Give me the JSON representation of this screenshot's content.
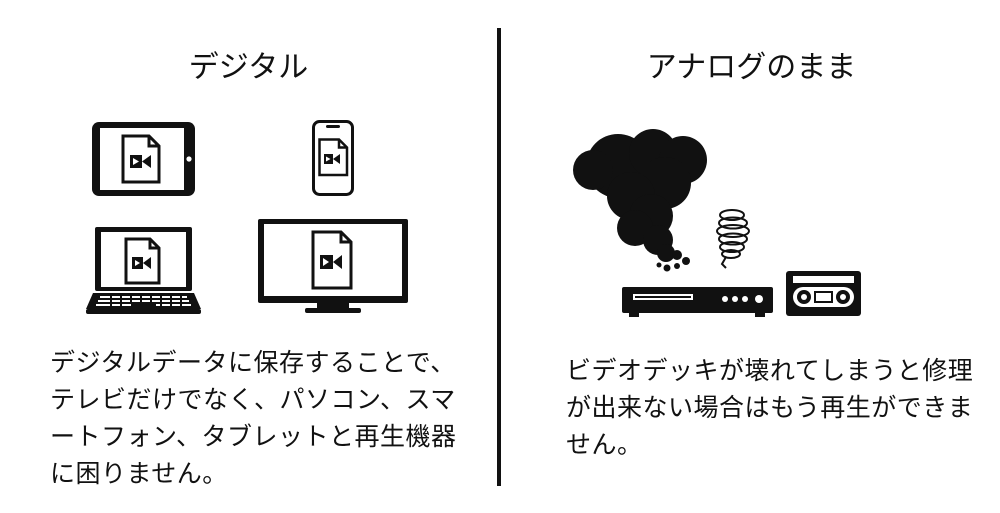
{
  "left": {
    "heading": "デジタル",
    "text": "デジタルデータに保存することで、\nテレビだけでなく、パソコン、スマ\nートフォン、タブレットと再生機器\nに困りません。",
    "icons": [
      "tablet-icon",
      "smartphone-icon",
      "laptop-icon",
      "tv-monitor-icon",
      "video-file-icon"
    ]
  },
  "right": {
    "heading": "アナログのまま",
    "text": "ビデオデッキが壊れてしまうと修理\nが出来ない場合はもう再生ができま\nせん。",
    "icons": [
      "smoke-cloud-icon",
      "spring-coil-icon",
      "vcr-player-icon",
      "vhs-cassette-icon"
    ]
  },
  "colors": {
    "ink": "#111111",
    "background": "#ffffff"
  }
}
